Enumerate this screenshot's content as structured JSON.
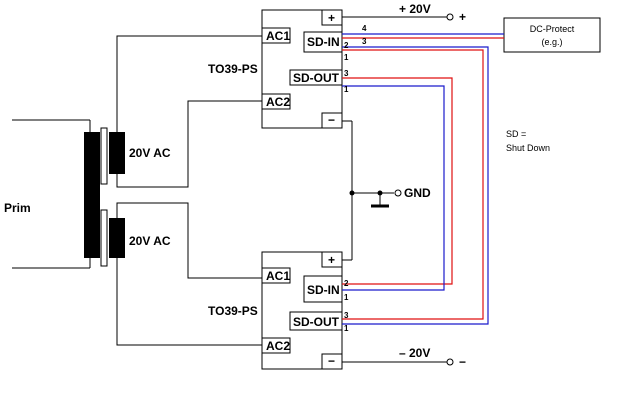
{
  "labels": {
    "prim": "Prim",
    "ac_top": "20V AC",
    "ac_bottom": "20V AC",
    "ps_top": "TO39-PS",
    "ps_bottom": "TO39-PS",
    "ac1": "AC1",
    "ac2": "AC2",
    "sd_in": "SD-IN",
    "sd_out": "SD-OUT",
    "plus": "+",
    "minus": "−",
    "plus_20v": "+ 20V",
    "minus_20v": "– 20V",
    "gnd": "GND",
    "dc_protect_line1": "DC-Protect",
    "dc_protect_line2": "(e.g.)",
    "sd_note_line1": "SD =",
    "sd_note_line2": "Shut Down",
    "pin_1": "1",
    "pin_2": "2",
    "pin_3": "3",
    "pin_4": "4"
  },
  "colors": {
    "wire": "#000000",
    "red_wire": "#e01010",
    "blue_wire": "#1a1acc"
  }
}
